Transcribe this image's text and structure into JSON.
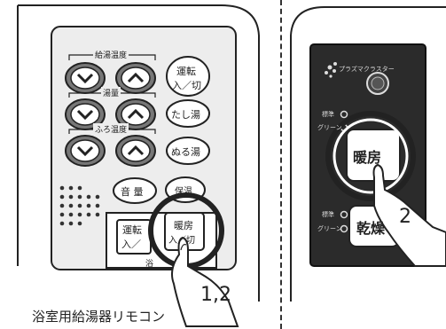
{
  "left_panel": {
    "water_temp_label": "給湯温度",
    "water_volume_label": "湯量",
    "bath_temp_label": "ふろ温度",
    "run_button": [
      "運転",
      "入／切"
    ],
    "add_hot_water_button": "たし湯",
    "lukewarm_button": "ぬる湯",
    "volume_button": "音 量",
    "reheat_button": "保温",
    "run_bottom_button": [
      "運転",
      "入／"
    ],
    "heater_button": [
      "暖房",
      "入／切"
    ],
    "bath_label": "浴",
    "step_label": "1,2",
    "caption": "浴室用給湯器リモコン"
  },
  "right_panel": {
    "plasma_label": "プラズマクラスター",
    "standard_label_1": "標準",
    "green_label_1": "グリーン",
    "heater_button": "暖房",
    "standard_label_2": "標準",
    "green_label_2": "グリーン",
    "dry_button": "乾燥",
    "step_label": "2"
  },
  "colors": {
    "panel_fill": "#ececec",
    "dark_panel": "#2b2b2b",
    "outline": "#222222"
  }
}
